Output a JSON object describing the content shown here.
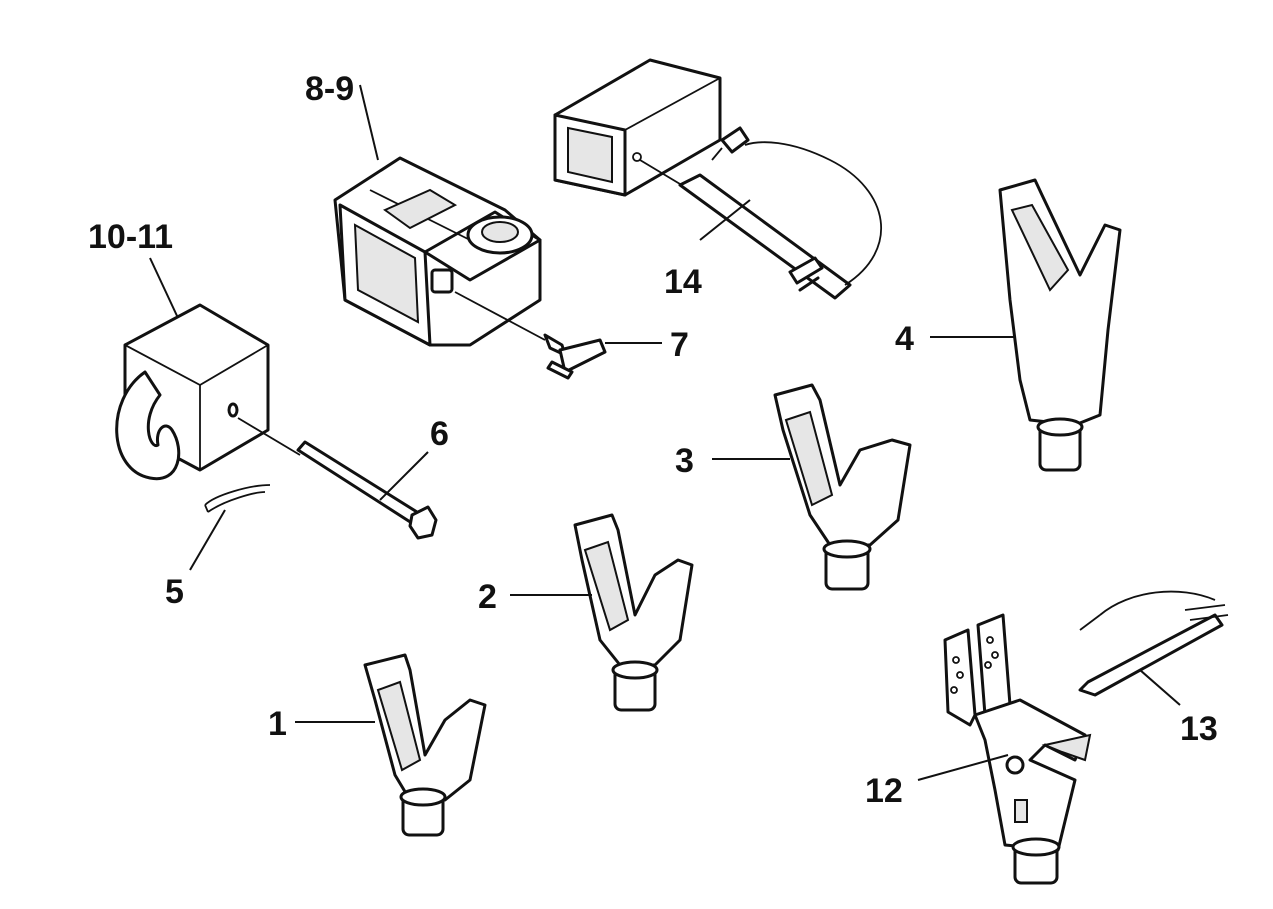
{
  "diagram": {
    "callouts": [
      {
        "id": "c1",
        "label": "1"
      },
      {
        "id": "c2",
        "label": "2"
      },
      {
        "id": "c3",
        "label": "3"
      },
      {
        "id": "c4",
        "label": "4"
      },
      {
        "id": "c5",
        "label": "5"
      },
      {
        "id": "c6",
        "label": "6"
      },
      {
        "id": "c7",
        "label": "7"
      },
      {
        "id": "c89",
        "label": "8-9"
      },
      {
        "id": "c1011",
        "label": "10-11"
      },
      {
        "id": "c12",
        "label": "12"
      },
      {
        "id": "c13",
        "label": "13"
      },
      {
        "id": "c14",
        "label": "14"
      }
    ]
  }
}
